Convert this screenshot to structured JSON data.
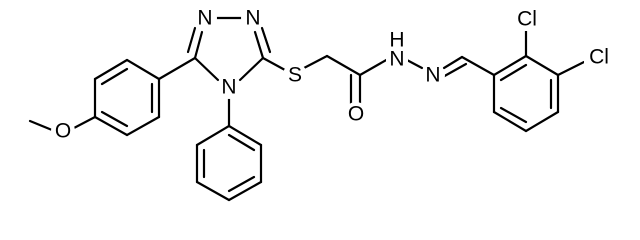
{
  "colors": {
    "bond": "#000000",
    "background": "#ffffff"
  },
  "atoms": {
    "N_triazole_1": "N",
    "N_triazole_2": "N",
    "N_triazole_4": "N",
    "S_thioether": "S",
    "O_methoxy": "O",
    "O_carbonyl": "O",
    "NH_hydrazide": "H",
    "N_hydrazide": "N",
    "N_imine": "N",
    "Cl_2": "Cl",
    "Cl_3": "Cl"
  }
}
